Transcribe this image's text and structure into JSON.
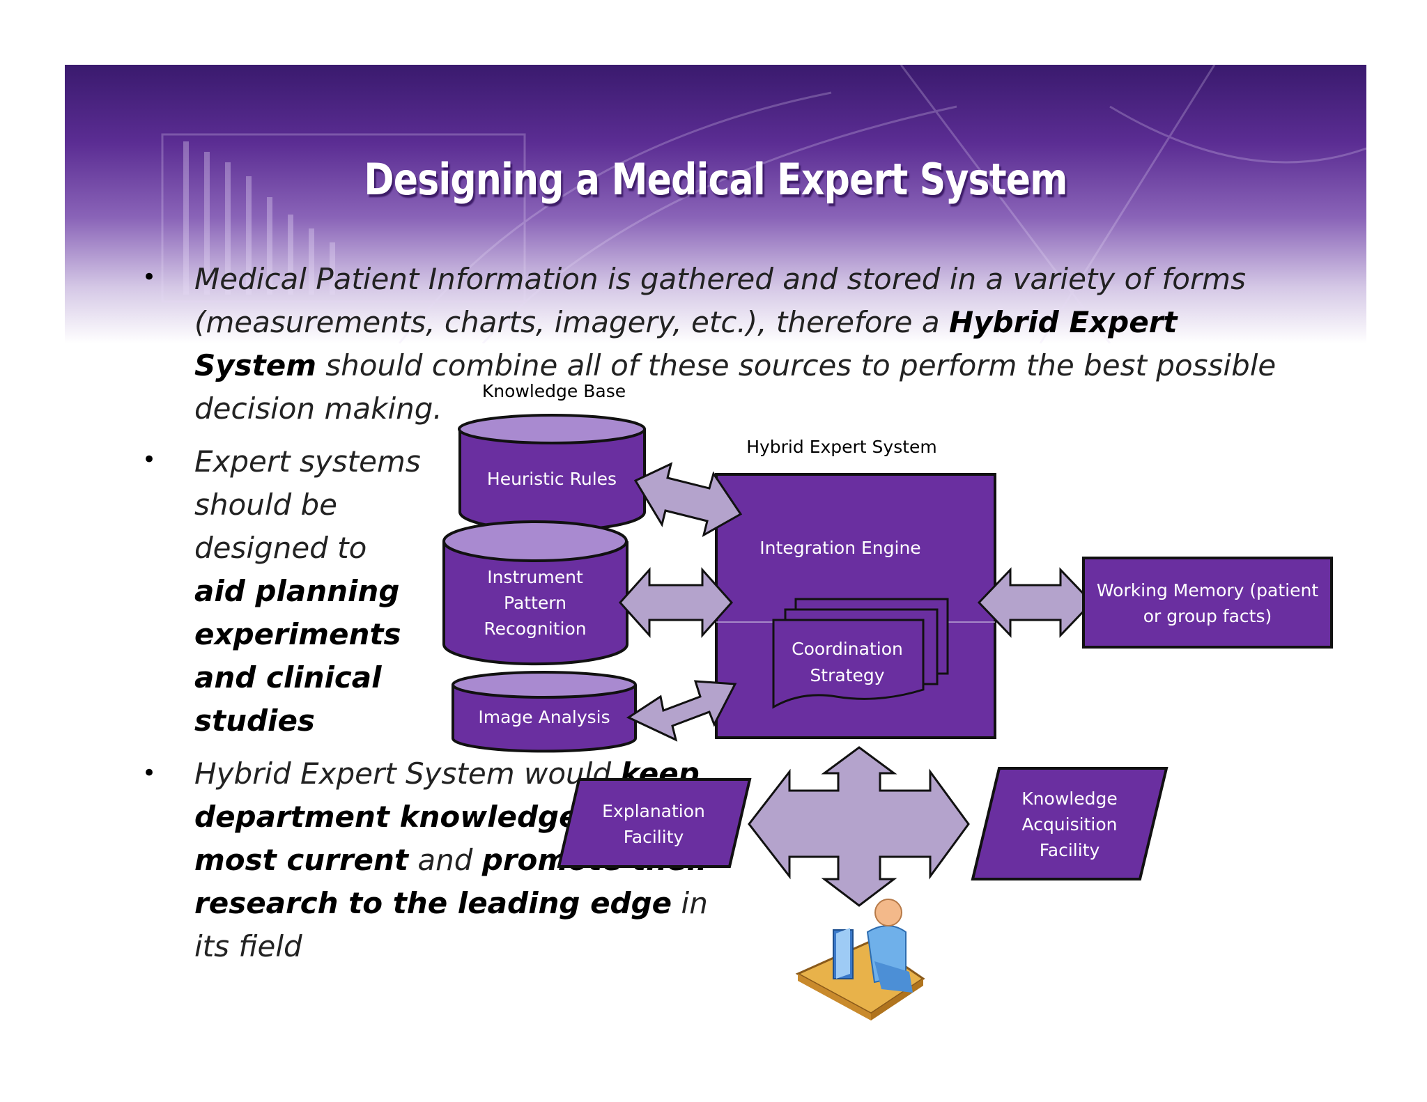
{
  "title": "Designing a Medical Expert System",
  "bullets": {
    "b1": {
      "t1": "Medical Patient Information is gathered and stored in a variety of forms (measurements, charts, imagery, etc.), therefore a ",
      "t2": "Hybrid Expert System",
      "t3": " should combine all of these sources to perform the best possible decision making."
    },
    "b2": {
      "t1": "Expert systems should be designed to ",
      "t2": "aid planning experiments and clinical studies"
    },
    "b3": {
      "t1": "Hybrid Expert System would ",
      "t2": "keep department knowledge the most current",
      "t3": " and ",
      "t4": "promote their research to the leading edge",
      "t5": " in its field"
    }
  },
  "diagram": {
    "knowledge_base_label": "Knowledge Base",
    "hybrid_label": "Hybrid Expert System",
    "heuristic": "Heuristic Rules",
    "instrument": [
      "Instrument",
      "Pattern",
      "Recognition"
    ],
    "image_analysis": "Image Analysis",
    "integration_engine": "Integration Engine",
    "coordination": [
      "Coordination",
      "Strategy"
    ],
    "working_memory": [
      "Working Memory (patient",
      "or group facts)"
    ],
    "explanation": [
      "Explanation",
      "Facility"
    ],
    "knowledge_acq": [
      "Knowledge",
      "Acquisition",
      "Facility"
    ]
  },
  "colors": {
    "box_fill": "#6a2fa0",
    "arrow_fill": "#b4a3cc",
    "cylinder_top": "#a98ad0"
  },
  "icons": {
    "user": "user-at-computer-icon"
  }
}
